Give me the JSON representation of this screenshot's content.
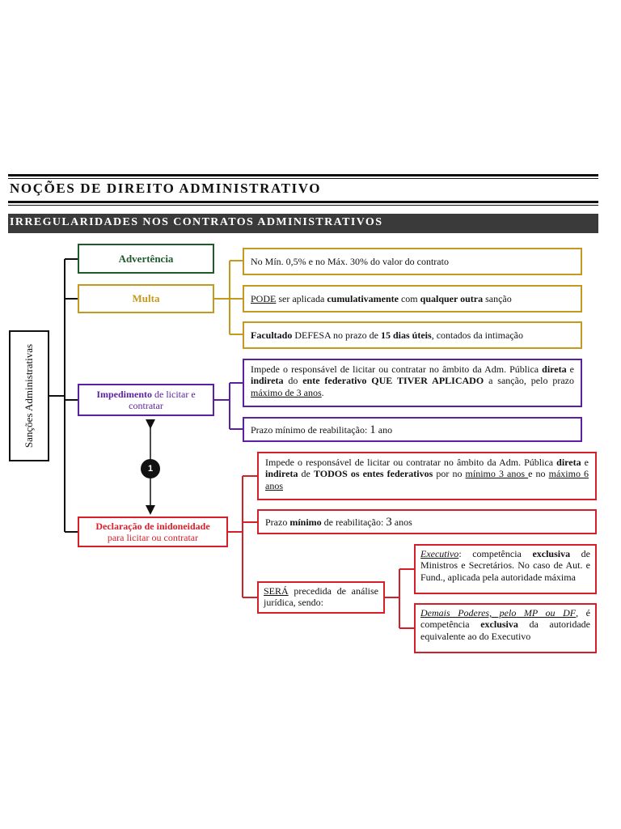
{
  "header": {
    "title": "NOÇÕES DE DIREITO ADMINISTRATIVO",
    "subtitle": "IRREGULARIDADES NOS CONTRATOS ADMINISTRATIVOS"
  },
  "diagram": {
    "root_label": "Sanções Administrativas",
    "badge": "1",
    "advertencia": {
      "label": "Advertência"
    },
    "multa": {
      "label": "Multa",
      "detail_1": "No Mín. 0,5% e no Máx. 30% do valor do contrato",
      "detail_2": {
        "p1": "PODE",
        "p2": " ser aplicada ",
        "p3": "cumulativamente",
        "p4": " com ",
        "p5": "qualquer outra",
        "p6": " sanção"
      },
      "detail_3": {
        "p1": "Facultado",
        "p2": " DEFESA no prazo de ",
        "p3": "15 dias úteis",
        "p4": ", contados da intimação"
      }
    },
    "impedimento": {
      "label_bold": "Impedimento",
      "label_rest": " de licitar e contratar",
      "detail_1": {
        "p1": "Impede o responsável de licitar ou contratar no âmbito da Adm. Pública ",
        "p2": "direta",
        "p3": " e ",
        "p4": "indireta",
        "p5": " do ",
        "p6": "ente federativo QUE TIVER APLICADO",
        "p7": " a sanção, pelo prazo ",
        "p8": "máximo de 3 anos",
        "p9": "."
      },
      "detail_2": {
        "p1": "Prazo mínimo de reabilitação: ",
        "p2": "1",
        "p3": " ano"
      }
    },
    "declaracao": {
      "label_bold": "Declaração de inidoneidade",
      "label_rest": "para licitar ou contratar",
      "detail_1": {
        "p1": "Impede o responsável de licitar ou contratar no âmbito da Adm. Pública ",
        "p2": "direta",
        "p3": " e ",
        "p4": "indireta",
        "p5": " de ",
        "p6": "TODOS os entes federativos",
        "p7": " por no ",
        "p8": "mínimo 3 anos ",
        "p9": "e no ",
        "p10": "máximo 6 anos"
      },
      "detail_2": {
        "p1": "Prazo ",
        "p2": "mínimo",
        "p3": " de reabilitação: ",
        "p4": "3",
        "p5": " anos"
      },
      "detail_3": {
        "p1": "SERÁ",
        "p2": " precedida de análise jurídica, sendo:"
      },
      "executivo": {
        "p1": "Executivo",
        "p2": ": competência ",
        "p3": "exclusiva",
        "p4": " de Ministros e Secretários. No caso de Aut. e Fund., aplicada pela autoridade máxima"
      },
      "demais": {
        "p1": "Demais Poderes, pelo MP ou DF",
        "p2": ", é competência ",
        "p3": "exclusiva",
        "p4": " da autoridade equivalente ao do Executivo"
      }
    }
  }
}
